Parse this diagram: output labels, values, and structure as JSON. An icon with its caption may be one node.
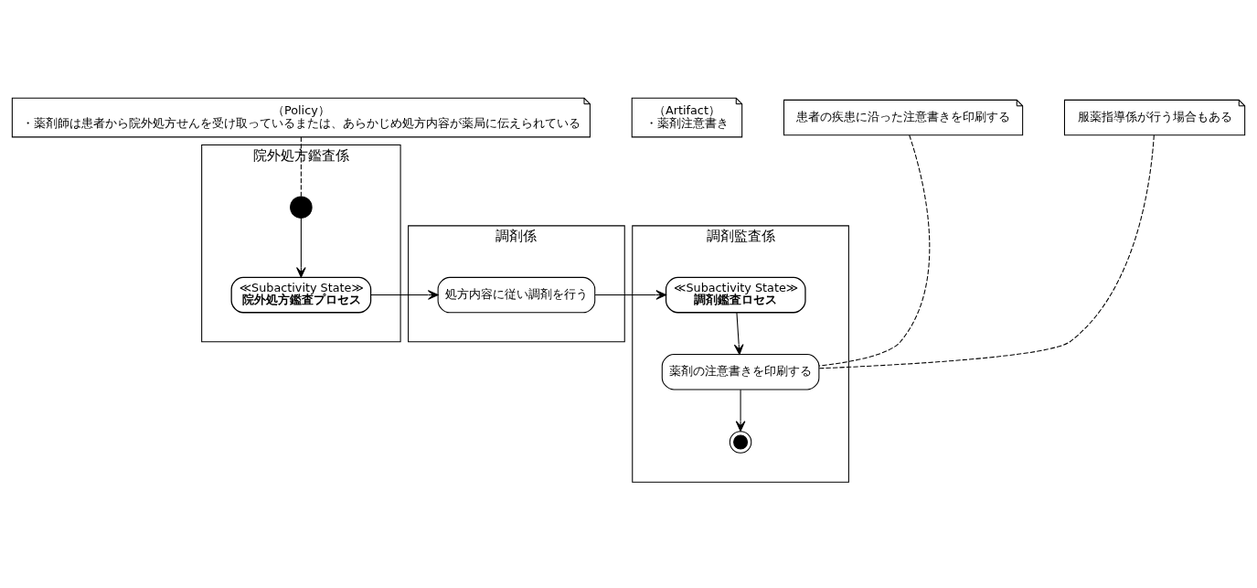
{
  "diagram": {
    "nodes": [
      {
        "text": [
          "（Policy）",
          "・薬剤師は患者から院外処方せんを受け取っているまたは、あらかじめ処方内容が薬局に伝えられている"
        ]
      },
      {
        "text": [
          "（Artifact）",
          "・薬剤注意書き"
        ]
      },
      {
        "text": [
          "院外処方鑑査係"
        ]
      },
      {
        "text": [
          "調剤係"
        ]
      },
      {
        "text": [
          "調剤監査係"
        ]
      },
      {
        "text": [],
        "shape": "circle",
        "in": 2
      },
      {
        "text": [
          "≪Subactivity State≫",
          "院外処方鑑査プロセス"
        ],
        "in": 2
      },
      {
        "text": [
          "処方内容に従い調剤を行う"
        ],
        "in": 3
      },
      {
        "text": [
          "≪Subactivity State≫",
          "調剤鑑査ロセス"
        ],
        "in": 4
      },
      {
        "text": [
          "薬剤の注意書きを印刷する"
        ],
        "in": 4
      },
      {
        "text": [],
        "shape": "circle",
        "in": 4
      },
      {
        "text": [
          "患者の疾患に沿った注意書きを印刷する"
        ]
      },
      {
        "text": [
          "服薬指導係が行う場合もある"
        ]
      }
    ],
    "edges": [
      {
        "from": 0,
        "to": 5,
        "arrow": "none",
        "style": "dashed"
      },
      {
        "from": 5,
        "to": 6,
        "arrow": "to"
      },
      {
        "from": 6,
        "to": 7,
        "arrow": "to"
      },
      {
        "from": 7,
        "to": 8,
        "arrow": "to"
      },
      {
        "from": 8,
        "to": 9,
        "arrow": "to"
      },
      {
        "from": 9,
        "to": 10,
        "arrow": "to"
      },
      {
        "from": 11,
        "to": 9,
        "arrow": "none",
        "style": "dashed"
      },
      {
        "from": 12,
        "to": 9,
        "arrow": "none",
        "style": "dashed"
      }
    ]
  }
}
